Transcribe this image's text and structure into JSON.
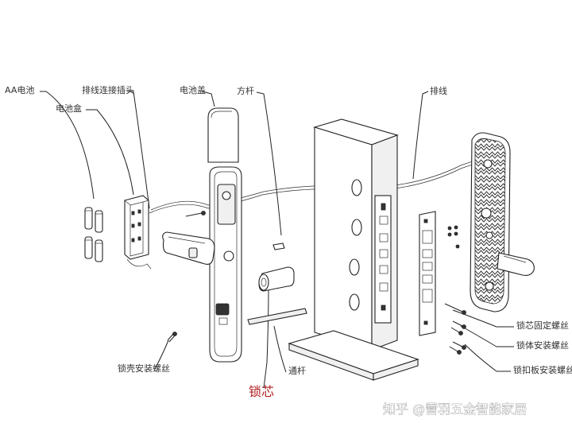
{
  "labels": {
    "aa_battery": "AA电池",
    "battery_box": "电池盒",
    "cable_connector": "排线连接插头",
    "battery_cover": "电池盖",
    "square_bar": "方杆",
    "cable": "排线",
    "lock_body_fix_screw": "锁芯固定螺丝",
    "lock_body_install_screw": "锁体安装螺丝",
    "lock_plate_install_screw": "锁扣板安装螺丝",
    "shell_install_screw": "锁壳安装螺丝",
    "through_bar": "通杆",
    "lock_cylinder": "锁芯"
  },
  "watermark": "知乎 @雷羽五金智能家居",
  "colors": {
    "highlight": "#b01e1e",
    "line": "#222222"
  }
}
